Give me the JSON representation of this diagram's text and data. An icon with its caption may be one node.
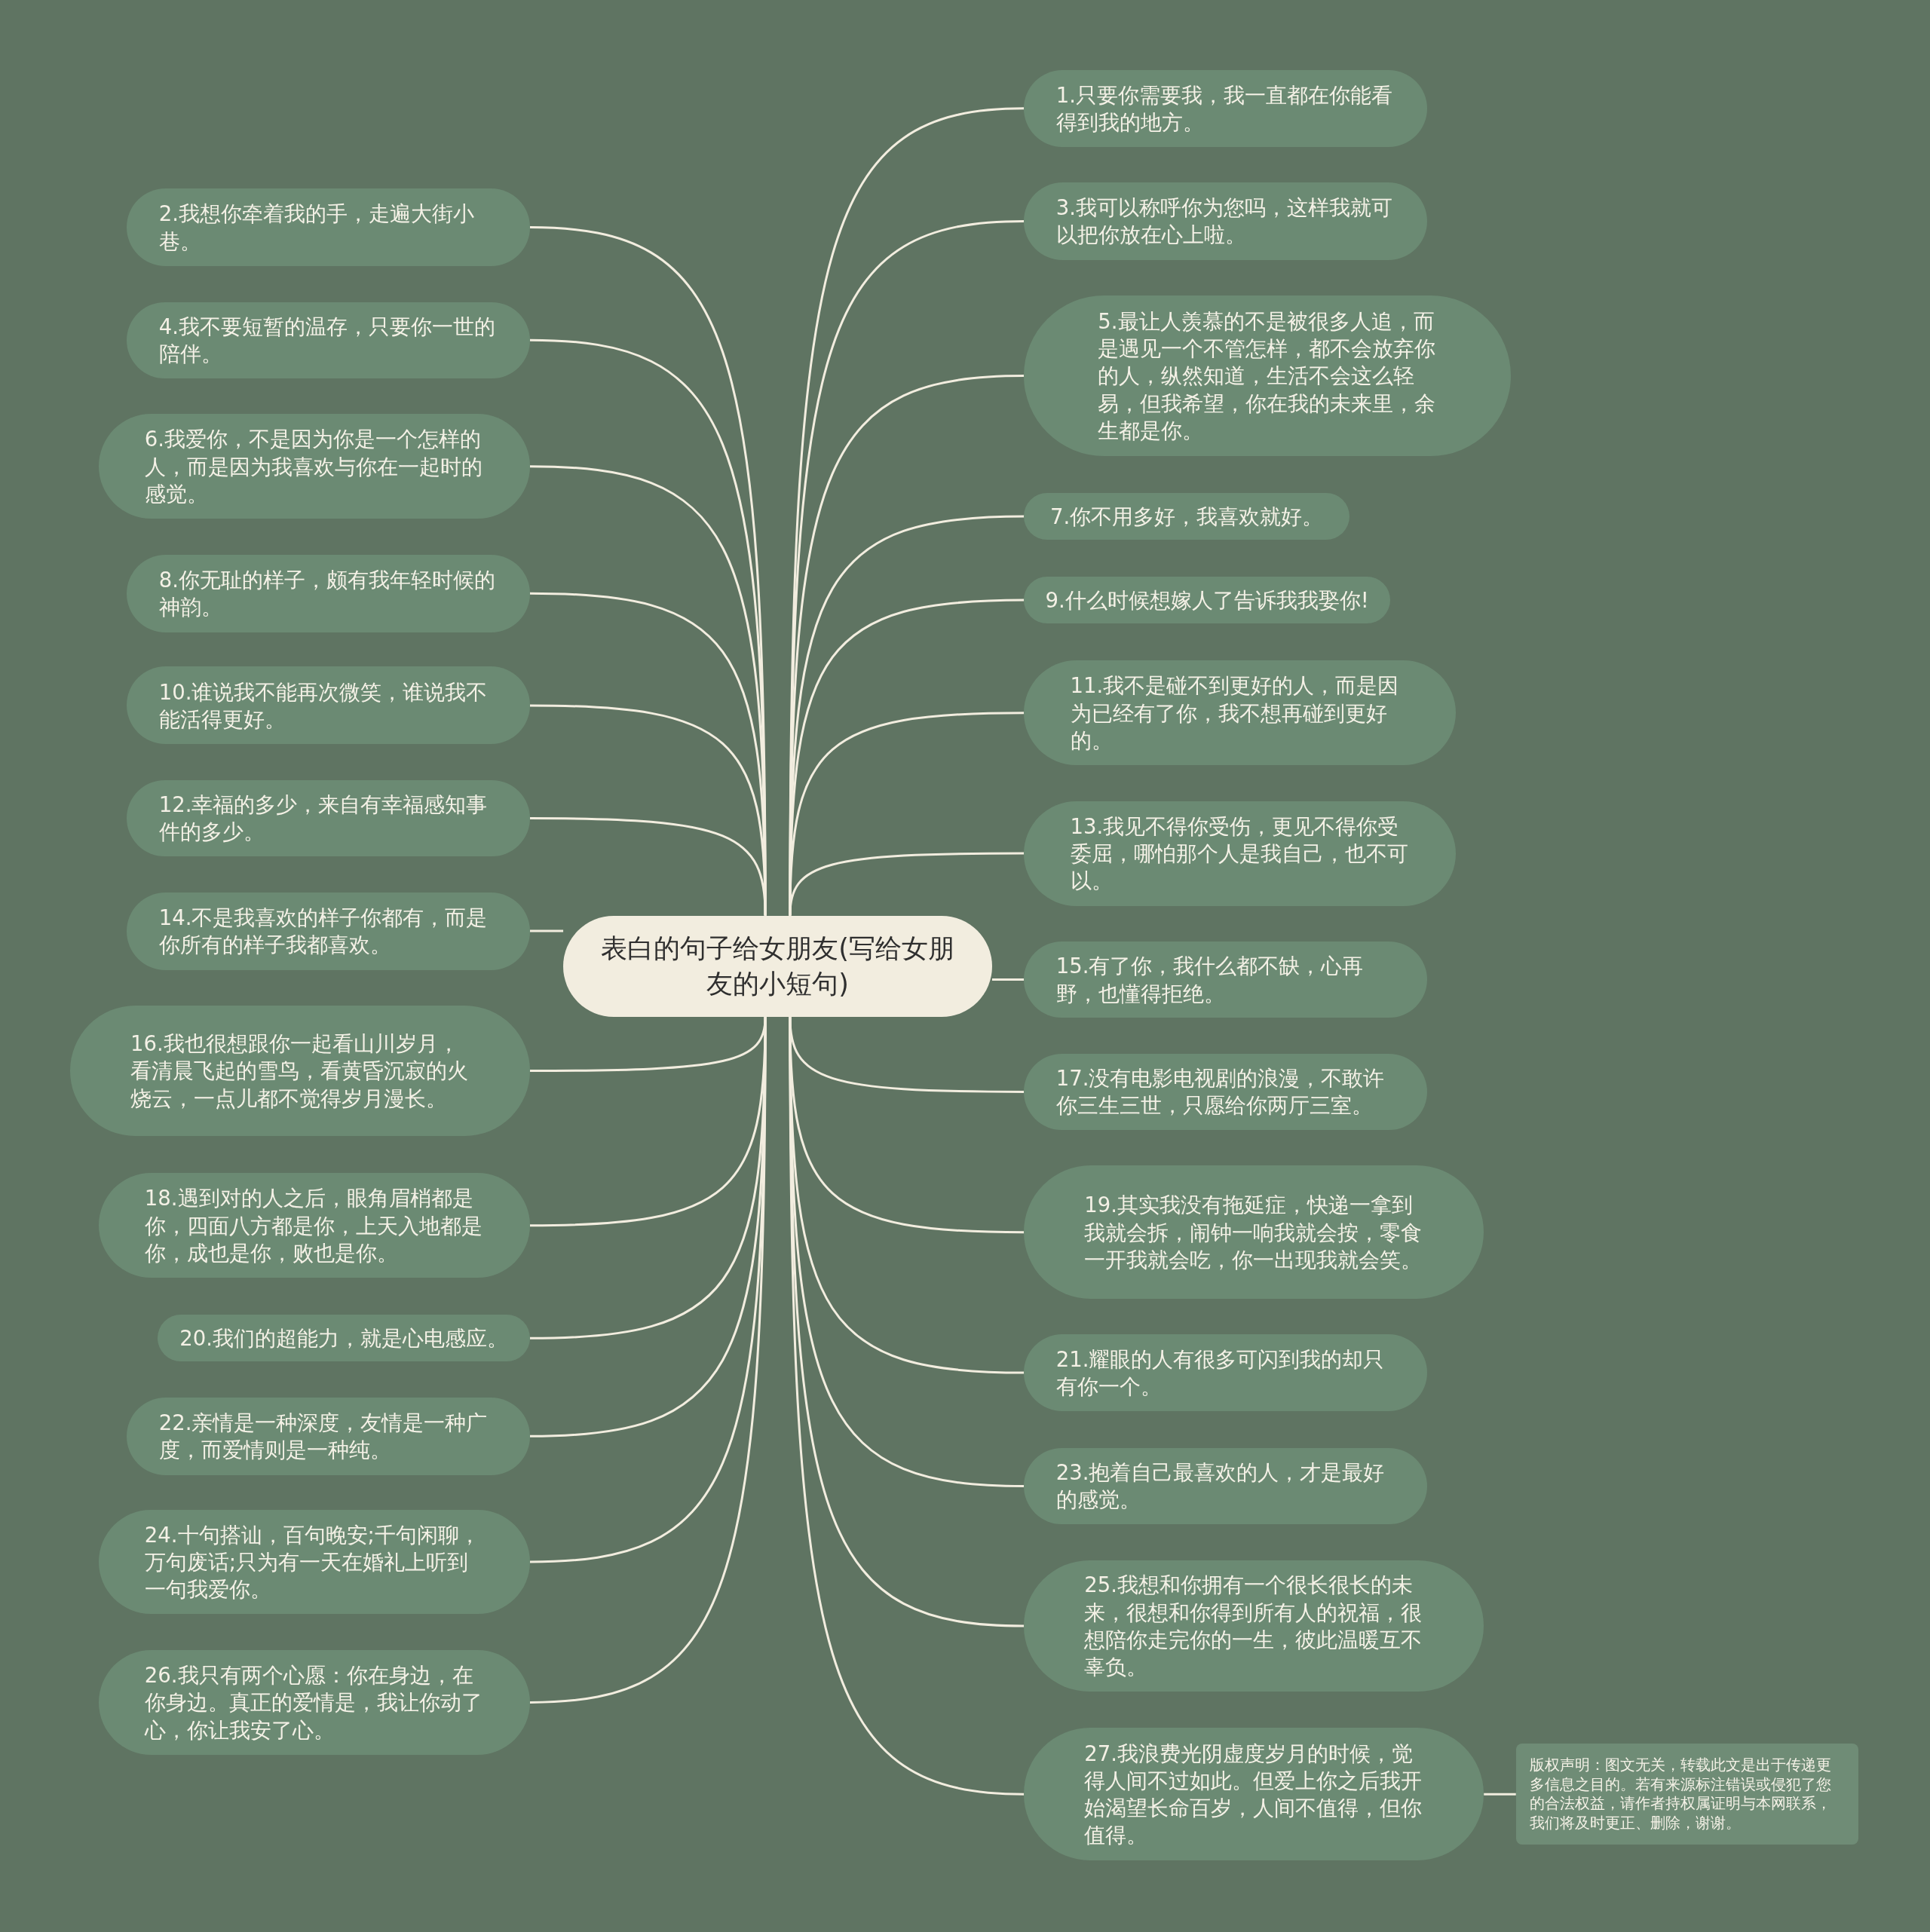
{
  "diagram": {
    "nodes": [
      {
        "text": [
          "表白的句子给女朋友(写给女朋友的小短句)"
        ]
      },
      {
        "text": [
          "1.只要你需要我，我一直都在你能看得到我的地方。"
        ]
      },
      {
        "text": [
          "2.我想你牵着我的手，走遍大街小巷。"
        ]
      },
      {
        "text": [
          "3.我可以称呼你为您吗，这样我就可以把你放在心上啦。"
        ]
      },
      {
        "text": [
          "4.我不要短暂的温存，只要你一世的陪伴。"
        ]
      },
      {
        "text": [
          "5.最让人羡慕的不是被很多人追，而是遇见一个不管怎样，都不会放弃你的人，纵然知道，生活不会这么轻易，但我希望，你在我的未来里，余生都是你。"
        ]
      },
      {
        "text": [
          "6.我爱你，不是因为你是一个怎样的人，而是因为我喜欢与你在一起时的感觉。"
        ]
      },
      {
        "text": [
          "7.你不用多好，我喜欢就好。"
        ]
      },
      {
        "text": [
          "8.你无耻的样子，颇有我年轻时候的神韵。"
        ]
      },
      {
        "text": [
          "9.什么时候想嫁人了告诉我我娶你!"
        ]
      },
      {
        "text": [
          "10.谁说我不能再次微笑，谁说我不能活得更好。"
        ]
      },
      {
        "text": [
          "11.我不是碰不到更好的人，而是因为已经有了你，我不想再碰到更好的。"
        ]
      },
      {
        "text": [
          "12.幸福的多少，来自有幸福感知事件的多少。"
        ]
      },
      {
        "text": [
          "13.我见不得你受伤，更见不得你受委屈，哪怕那个人是我自己，也不可以。"
        ]
      },
      {
        "text": [
          "14.不是我喜欢的样子你都有，而是你所有的样子我都喜欢。"
        ]
      },
      {
        "text": [
          "15.有了你，我什么都不缺，心再野，也懂得拒绝。"
        ]
      },
      {
        "text": [
          "16.我也很想跟你一起看山川岁月，看清晨飞起的雪鸟，看黄昏沉寂的火烧云，一点儿都不觉得岁月漫长。"
        ]
      },
      {
        "text": [
          "17.没有电影电视剧的浪漫，不敢许你三生三世，只愿给你两厅三室。"
        ]
      },
      {
        "text": [
          "18.遇到对的人之后，眼角眉梢都是你，四面八方都是你，上天入地都是你，成也是你，败也是你。"
        ]
      },
      {
        "text": [
          "19.其实我没有拖延症，快递一拿到我就会拆，闹钟一响我就会按，零食一开我就会吃，你一出现我就会笑。"
        ]
      },
      {
        "text": [
          "20.我们的超能力，就是心电感应。"
        ]
      },
      {
        "text": [
          "21.耀眼的人有很多可闪到我的却只有你一个。"
        ]
      },
      {
        "text": [
          "22.亲情是一种深度，友情是一种广度，而爱情则是一种纯。"
        ]
      },
      {
        "text": [
          "23.抱着自己最喜欢的人，才是最好的感觉。"
        ]
      },
      {
        "text": [
          "24.十句搭讪，百句晚安;千句闲聊，万句废话;只为有一天在婚礼上听到一句我爱你。"
        ]
      },
      {
        "text": [
          "25.我想和你拥有一个很长很长的未来，很想和你得到所有人的祝福，很想陪你走完你的一生，彼此温暖互不辜负。"
        ]
      },
      {
        "text": [
          "26.我只有两个心愿：你在身边，在你身边。真正的爱情是，我让你动了心，你让我安了心。"
        ]
      },
      {
        "text": [
          "27.我浪费光阴虚度岁月的时候，觉得人间不过如此。但爱上你之后我开始渴望长命百岁，人间不值得，但你值得。"
        ]
      },
      {
        "text": [
          "版权声明：图文无关，转载此文是出于传递更多信息之目的。若有来源标注错误或侵犯了您的合法权益，请作者持权属证明与本网联系，我们将及时更正、删除，谢谢。"
        ]
      }
    ],
    "edges": [
      {
        "from": 0,
        "to": 1,
        "arrow": "none"
      },
      {
        "from": 0,
        "to": 2,
        "arrow": "none"
      },
      {
        "from": 0,
        "to": 3,
        "arrow": "none"
      },
      {
        "from": 0,
        "to": 4,
        "arrow": "none"
      },
      {
        "from": 0,
        "to": 5,
        "arrow": "none"
      },
      {
        "from": 0,
        "to": 6,
        "arrow": "none"
      },
      {
        "from": 0,
        "to": 7,
        "arrow": "none"
      },
      {
        "from": 0,
        "to": 8,
        "arrow": "none"
      },
      {
        "from": 0,
        "to": 9,
        "arrow": "none"
      },
      {
        "from": 0,
        "to": 10,
        "arrow": "none"
      },
      {
        "from": 0,
        "to": 11,
        "arrow": "none"
      },
      {
        "from": 0,
        "to": 12,
        "arrow": "none"
      },
      {
        "from": 0,
        "to": 13,
        "arrow": "none"
      },
      {
        "from": 0,
        "to": 14,
        "arrow": "none"
      },
      {
        "from": 0,
        "to": 15,
        "arrow": "none"
      },
      {
        "from": 0,
        "to": 16,
        "arrow": "none"
      },
      {
        "from": 0,
        "to": 17,
        "arrow": "none"
      },
      {
        "from": 0,
        "to": 18,
        "arrow": "none"
      },
      {
        "from": 0,
        "to": 19,
        "arrow": "none"
      },
      {
        "from": 0,
        "to": 20,
        "arrow": "none"
      },
      {
        "from": 0,
        "to": 21,
        "arrow": "none"
      },
      {
        "from": 0,
        "to": 22,
        "arrow": "none"
      },
      {
        "from": 0,
        "to": 23,
        "arrow": "none"
      },
      {
        "from": 0,
        "to": 24,
        "arrow": "none"
      },
      {
        "from": 0,
        "to": 25,
        "arrow": "none"
      },
      {
        "from": 0,
        "to": 26,
        "arrow": "none"
      },
      {
        "from": 0,
        "to": 27,
        "arrow": "none"
      },
      {
        "from": 27,
        "to": 28,
        "arrow": "none"
      }
    ]
  }
}
